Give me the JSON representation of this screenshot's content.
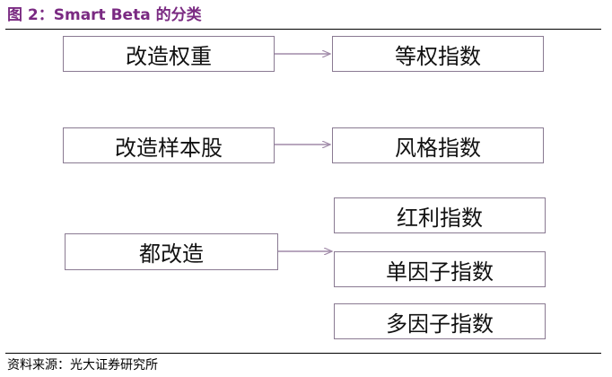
{
  "figure": {
    "title": "图 2：Smart Beta 的分类"
  },
  "nodes": {
    "left": [
      {
        "id": "reweight",
        "label": "改造权重"
      },
      {
        "id": "resample",
        "label": "改造样本股"
      },
      {
        "id": "both",
        "label": "都改造"
      }
    ],
    "right": [
      {
        "id": "equal_weight",
        "label": "等权指数"
      },
      {
        "id": "style",
        "label": "风格指数"
      },
      {
        "id": "dividend",
        "label": "红利指数"
      },
      {
        "id": "single_factor",
        "label": "单因子指数"
      },
      {
        "id": "multi_factor",
        "label": "多因子指数"
      }
    ]
  },
  "edges": [
    {
      "from": "reweight",
      "to": "equal_weight"
    },
    {
      "from": "resample",
      "to": "style"
    },
    {
      "from": "both",
      "to": "single_factor"
    }
  ],
  "source": "资料来源：光大证券研究所",
  "colors": {
    "title": "#7a2a82",
    "box_border": "#8a7a92",
    "arrow": "#a08aa8"
  }
}
